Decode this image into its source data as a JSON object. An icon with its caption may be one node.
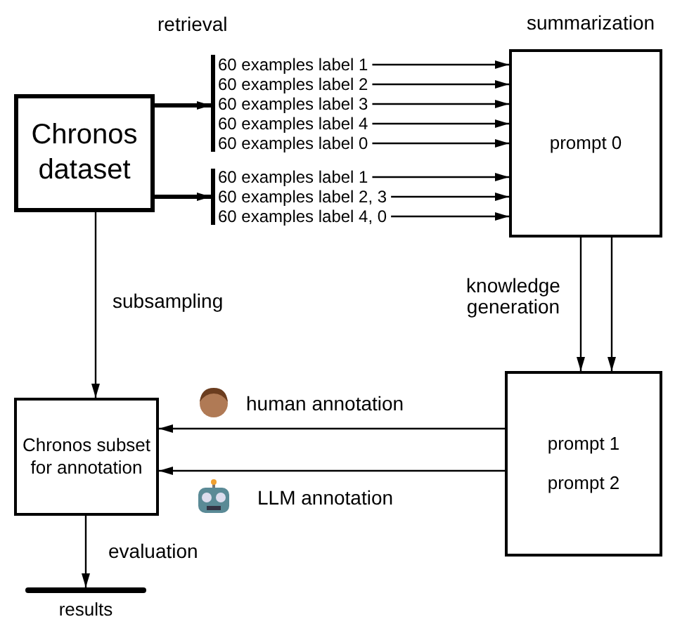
{
  "diagram": {
    "nodes": [
      {
        "text": [
          "Chronos dataset"
        ]
      },
      {
        "text": [],
        "shape": "bar"
      },
      {
        "text": [
          "60 examples label 1"
        ]
      },
      {
        "text": [
          "60 examples label 2"
        ]
      },
      {
        "text": [
          "60 examples label 3"
        ]
      },
      {
        "text": [
          "60 examples label 4"
        ]
      },
      {
        "text": [
          "60 examples label 0"
        ]
      },
      {
        "text": [],
        "shape": "bar"
      },
      {
        "text": [
          "60 examples label 1"
        ]
      },
      {
        "text": [
          "60 examples label 2, 3"
        ]
      },
      {
        "text": [
          "60 examples label 4, 0"
        ]
      },
      {
        "text": [
          "prompt 0"
        ],
        "beside": [
          "summarization"
        ]
      },
      {
        "text": [
          "prompt 1",
          "prompt 2"
        ]
      },
      {
        "text": [
          "Chronos subset for annotation"
        ]
      },
      {
        "text": [
          "results"
        ]
      }
    ],
    "edges": [
      {
        "from": 0,
        "to": 1,
        "arrow": "to",
        "style": "thick"
      },
      {
        "from": 0,
        "to": 7,
        "arrow": "to",
        "style": "thick"
      },
      {
        "from": 2,
        "to": 11,
        "arrow": "to"
      },
      {
        "from": 3,
        "to": 11,
        "arrow": "to"
      },
      {
        "from": 4,
        "to": 11,
        "arrow": "to"
      },
      {
        "from": 5,
        "to": 11,
        "arrow": "to"
      },
      {
        "from": 6,
        "to": 11,
        "arrow": "to"
      },
      {
        "from": 8,
        "to": 11,
        "arrow": "to"
      },
      {
        "from": 9,
        "to": 11,
        "arrow": "to"
      },
      {
        "from": 10,
        "to": 11,
        "arrow": "to"
      },
      {
        "from": 11,
        "to": 12,
        "arrow": "to"
      },
      {
        "from": 11,
        "to": 12,
        "arrow": "to"
      },
      {
        "from": 0,
        "to": 13,
        "arrow": "to",
        "label": "subsampling"
      },
      {
        "from": 12,
        "to": 13,
        "arrow": "to",
        "label": "human annotation"
      },
      {
        "from": 12,
        "to": 13,
        "arrow": "to",
        "label": "LLM annotation"
      },
      {
        "from": 13,
        "to": 14,
        "arrow": "to",
        "label": "evaluation"
      }
    ],
    "labels": [
      "retrieval",
      "knowledge generation"
    ]
  }
}
